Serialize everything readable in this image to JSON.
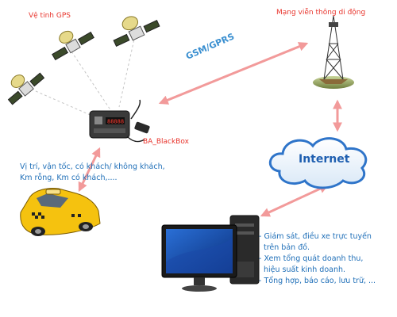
{
  "labels": {
    "gps_satellite": "Vệ tinh GPS",
    "mobile_network": "Mạng viễn thông di động",
    "gsm_gprs": "GSM/GPRS",
    "blackbox": "BA_BlackBox",
    "internet": "Internet",
    "vehicle_info": [
      "Vị trí, vận tốc, có khách/ không khách,",
      "Km rỗng, Km có khách,...."
    ],
    "features": [
      "- Giám sát, điều xe trực tuyến",
      "  trên bản đồ.",
      "- Xem tổng quát doanh thu,",
      "  hiệu suất kinh doanh.",
      "- Tổng hợp, báo cáo, lưu trữ, ..."
    ],
    "device_display": "88888"
  },
  "colors": {
    "red_text": "#e8342c",
    "blue_text": "#1f6fb8",
    "arrow": "#f29a9a",
    "internet_cloud": "#2e74c9",
    "taxi": "#f5c20f"
  },
  "icons": [
    "satellite-icon",
    "cell-tower-icon",
    "internet-cloud-icon",
    "gps-blackbox-icon",
    "taxi-icon",
    "computer-icon"
  ]
}
